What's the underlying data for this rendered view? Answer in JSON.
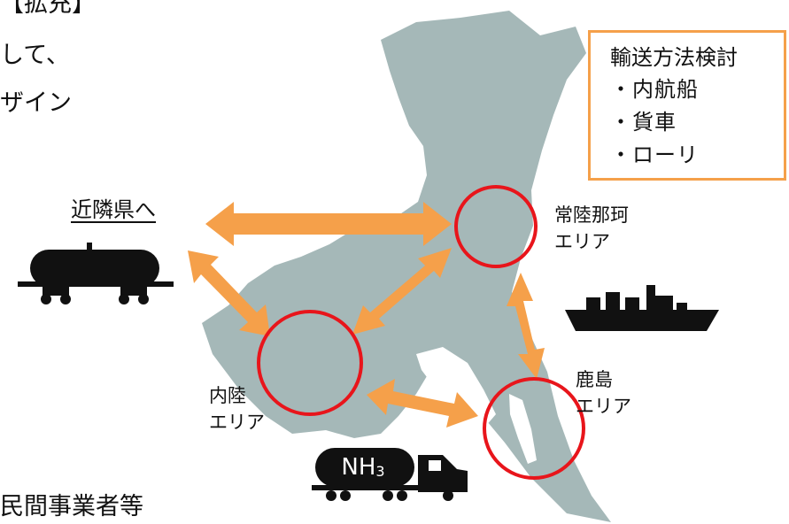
{
  "top_text": {
    "line1": "【拡充】",
    "line2": "して、",
    "line3": "ザイン",
    "bottom": "民間事業者等"
  },
  "transport_box": {
    "title": "輸送方法検討",
    "items": [
      "・内航船",
      "・貨車",
      "・ローリ"
    ]
  },
  "neighbor_label": "近隣県へ",
  "areas": {
    "hitachinaka": [
      "常陸那珂",
      "エリア"
    ],
    "kashima": [
      "鹿島",
      "エリア"
    ],
    "inland": [
      "内陸",
      "エリア"
    ]
  },
  "truck": {
    "cargo_label": "NH",
    "cargo_sub": "3"
  },
  "colors": {
    "map": "#a5b8b8",
    "arrow": "#f5a04a",
    "circle": "#e8151b",
    "box_border": "#f5a04a",
    "vehicle": "#111111"
  },
  "icons": [
    "tank-wagon-icon",
    "cargo-ship-icon",
    "tank-truck-icon"
  ]
}
